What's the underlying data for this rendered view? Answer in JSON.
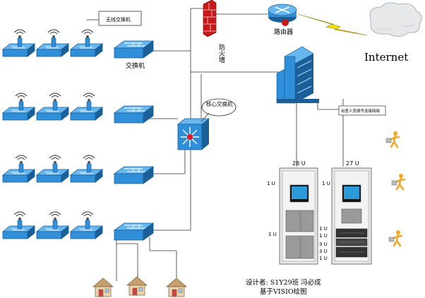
{
  "labels": {
    "wireless_switch": "无线交换机",
    "switch": "交换机",
    "firewall": "防火墙",
    "router": "路由器",
    "internet": "Internet",
    "core_switch": "核心交换机",
    "mobile_access": "出差人员拨号连接网络",
    "rack_left_units": "28 U",
    "rack_right_units": "27 U",
    "unit_1u": "1 U",
    "unit_3u": "3 U",
    "designer": "设计者: S1Y29班 冯必成",
    "based_on": "基于VISIO绘图"
  },
  "colors": {
    "device_blue": "#2f8fd8",
    "device_dark": "#1b5f98",
    "firewall_red": "#c8191a",
    "internet_bolt": "#f5e400",
    "line": "#333333",
    "person": "#f2a820",
    "house": "#e8d5b0"
  }
}
